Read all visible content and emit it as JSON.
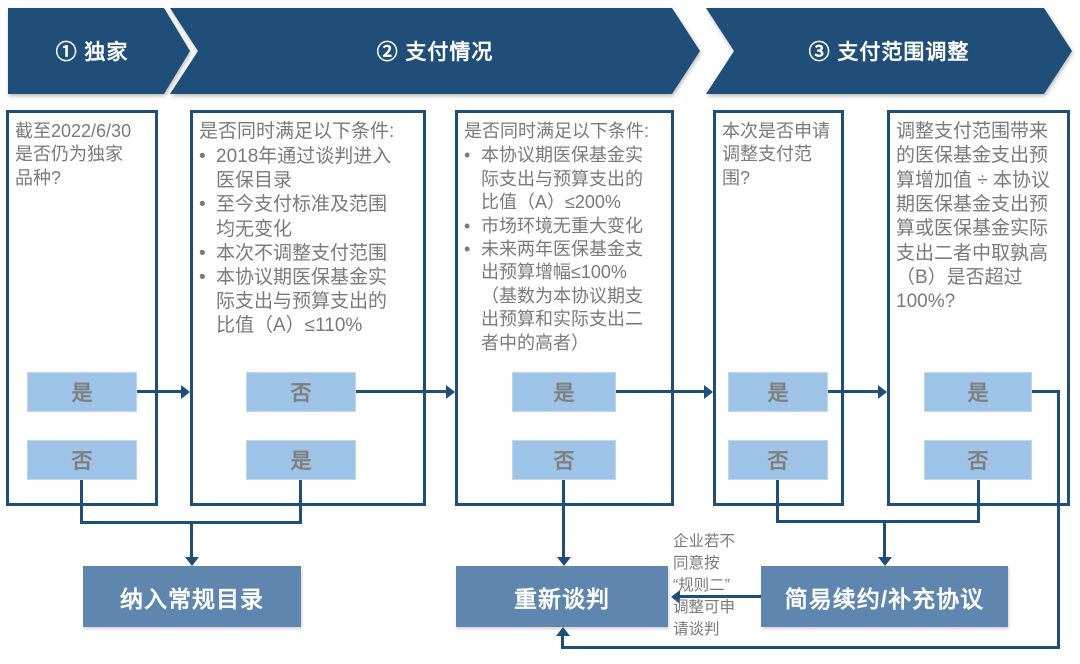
{
  "banners": [
    {
      "label": "① 独家"
    },
    {
      "label": "② 支付情况"
    },
    {
      "label": "③ 支付范围调整"
    }
  ],
  "columns": [
    {
      "question": "截至2022/6/30\n是否仍为独家\n品种?",
      "bullets": [],
      "top_button": "是",
      "bottom_button": "否"
    },
    {
      "question": "是否同时满足以下条件:",
      "bullets": [
        "2018年通过谈判进入\n医保目录",
        "至今支付标准及范围\n均无变化",
        "本次不调整支付范围",
        "本协议期医保基金实\n际支出与预算支出的\n比值（A）≤110%"
      ],
      "top_button": "否",
      "bottom_button": "是"
    },
    {
      "question": "是否同时满足以下条件:",
      "bullets": [
        "本协议期医保基金实\n际支出与预算支出的\n比值（A）≤200%",
        "市场环境无重大变化",
        "未来两年医保基金支\n出预算增幅≤100%\n（基数为本协议期支\n出预算和实际支出二\n者中的高者）"
      ],
      "top_button": "是",
      "bottom_button": "否"
    },
    {
      "question": "本次是否申请\n调整支付范围?",
      "bullets": [],
      "top_button": "是",
      "bottom_button": "否"
    },
    {
      "question": "调整支付范围带来\n的医保基金支出预\n算增加值 ÷ 本协议\n期医保基金支出预\n算或医保基金实际\n支出二者中取孰高\n（B）是否超过\n100%?",
      "bullets": [],
      "top_button": "是",
      "bottom_button": "否"
    }
  ],
  "outcomes": [
    {
      "label": "纳入常规目录"
    },
    {
      "label": "重新谈判"
    },
    {
      "label": "简易续约/补充协议"
    }
  ],
  "annotation": "企业若不\n同意按\n“规则二”\n调整可申\n请谈判",
  "colors": {
    "dark_navy": "#1F4E79",
    "light_blue": "#9DC3E6",
    "steel_blue": "#5E86AE",
    "text_gray": "#7A7A7A"
  }
}
